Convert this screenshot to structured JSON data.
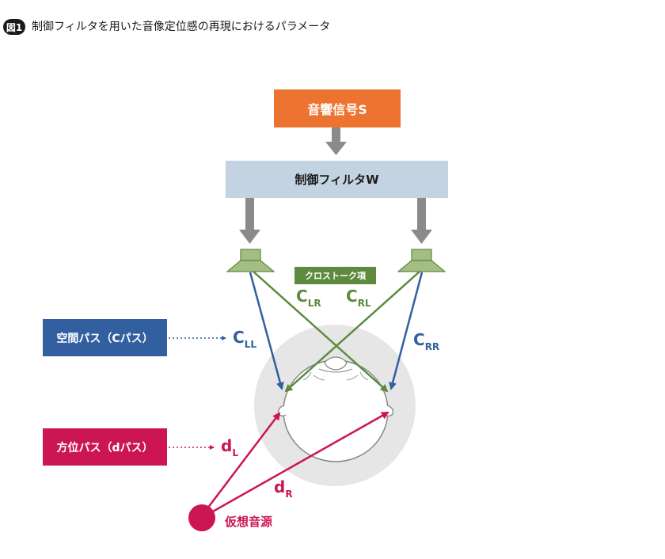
{
  "header": {
    "badge": "図1",
    "title": "制御フィルタを用いた音像定位感の再現におけるパラメータ"
  },
  "boxes": {
    "sound_signal": "音響信号S",
    "control_filter": "制御フィルタW",
    "crosstalk": "クロストーク項",
    "spatial_path": "空間パス（Cパス）",
    "direction_path": "方位パス（dパス）"
  },
  "labels": {
    "c_lr": {
      "main": "C",
      "sub": "LR"
    },
    "c_rl": {
      "main": "C",
      "sub": "RL"
    },
    "c_ll": {
      "main": "C",
      "sub": "LL"
    },
    "c_rr": {
      "main": "C",
      "sub": "RR"
    },
    "d_l": {
      "main": "d",
      "sub": "L"
    },
    "d_r": {
      "main": "d",
      "sub": "R"
    },
    "virtual_source": "仮想音源"
  },
  "colors": {
    "orange": "#ed7330",
    "filter_blue": "#c4d3e2",
    "green": "#5d8a3e",
    "speaker_green": "#a3bd85",
    "blue": "#325f9f",
    "crimson": "#cc1553",
    "gray_arrow": "#8a8a8a",
    "head_circle": "#e6e6e6"
  },
  "icons": {
    "speaker_left": "speaker-icon",
    "speaker_right": "speaker-icon",
    "head": "head-top-view-icon"
  }
}
